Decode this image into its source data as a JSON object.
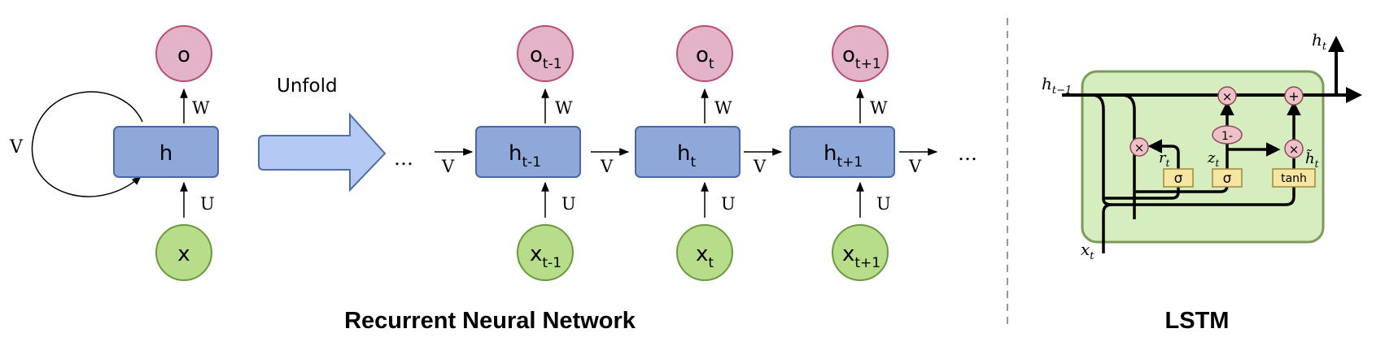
{
  "colors": {
    "node_fill": "#e3b3c8",
    "node_stroke": "#b94d7a",
    "hidden_fill": "#8ea8d9",
    "hidden_stroke": "#4a67a8",
    "input_fill": "#b7dc8a",
    "input_stroke": "#6a9a3e",
    "arrow_fill": "#b4c9f4",
    "arrow_stroke": "#4f6fa8",
    "lstm_bg": "#d6edc0",
    "lstm_border": "#7b9a5c",
    "gate_fill": "#f7e6a1",
    "gate_stroke": "#9c8a3a",
    "dashed_line": "#999999"
  },
  "folded": {
    "output": "o",
    "hidden": "h",
    "input": "x",
    "loop_weight": "V",
    "out_weight": "W",
    "in_weight": "U"
  },
  "unfold_label": "Unfold",
  "ellipsis": "…",
  "unfolded": {
    "steps": [
      {
        "out_base": "o",
        "out_sub": "t-1",
        "hid_base": "h",
        "hid_sub": "t-1",
        "in_base": "x",
        "in_sub": "t-1"
      },
      {
        "out_base": "o",
        "out_sub": "t",
        "hid_base": "h",
        "hid_sub": "t",
        "in_base": "x",
        "in_sub": "t"
      },
      {
        "out_base": "o",
        "out_sub": "t+1",
        "hid_base": "h",
        "hid_sub": "t+1",
        "in_base": "x",
        "in_sub": "t+1"
      }
    ],
    "out_weight": "W",
    "in_weight": "U",
    "recurrent_weight": "V"
  },
  "rnn_caption": "Recurrent Neural Network",
  "lstm": {
    "h_prev_base": "h",
    "h_prev_sub": "t−1",
    "h_out_base": "h",
    "h_out_sub": "t",
    "x_base": "x",
    "x_sub": "t",
    "mult_symbol": "×",
    "plus_symbol": "+",
    "one_minus": "1-",
    "sigma": "σ",
    "tanh": "tanh",
    "r_base": "r",
    "r_sub": "t",
    "z_base": "z",
    "z_sub": "t",
    "htilde_base": "h̃",
    "htilde_sub": "t"
  },
  "lstm_caption": "LSTM"
}
